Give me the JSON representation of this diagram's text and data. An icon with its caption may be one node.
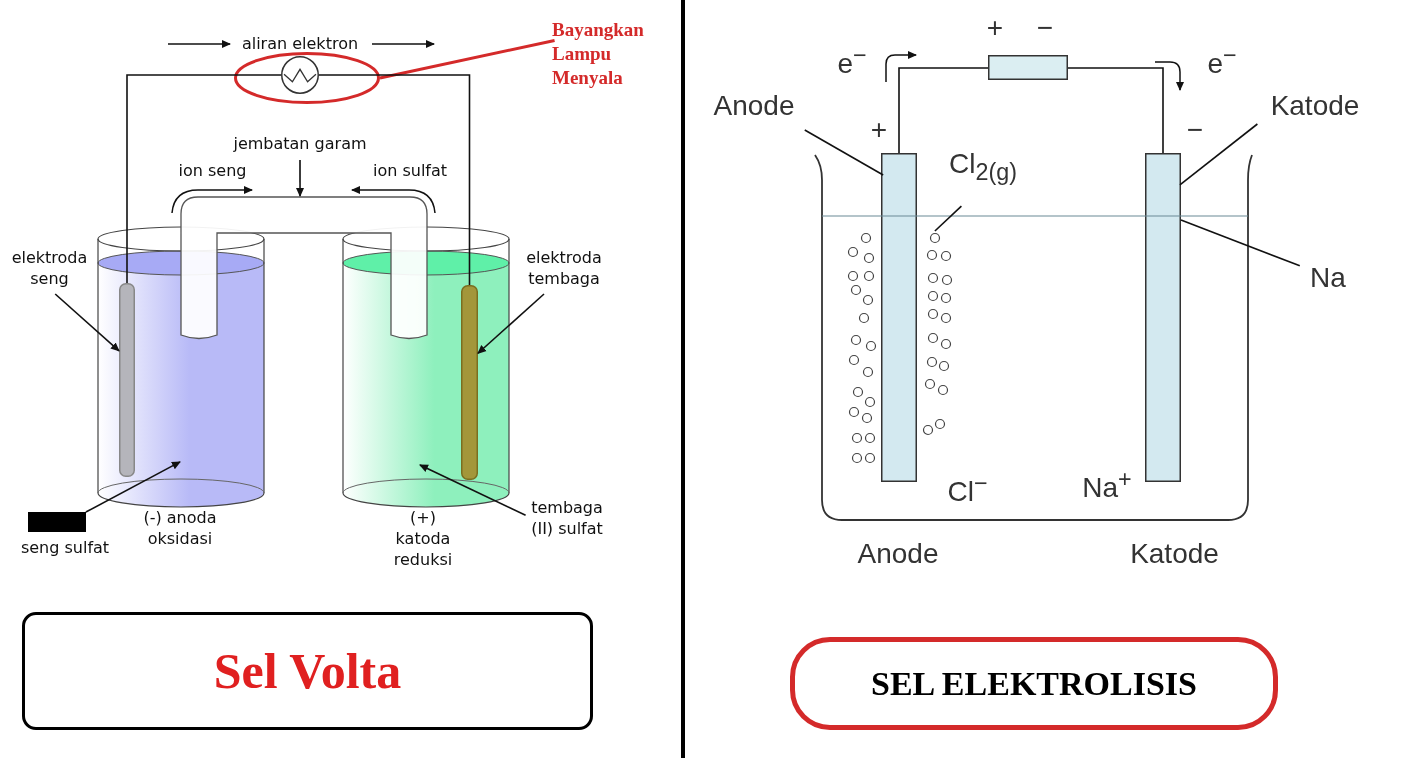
{
  "diagram": {
    "nodes": [
      {
        "text": [
          "Bayangkan Lampu Menyala"
        ]
      },
      {
        "text": [],
        "shape": "circle"
      },
      {
        "text": [],
        "shape": "circle",
        "in": 1
      },
      {
        "text": [],
        "shape": "cylinder",
        "beside": [
          "(-) anoda oksidasi"
        ]
      },
      {
        "text": [],
        "shape": "bar",
        "in": 3
      },
      {
        "text": [],
        "shape": "cylinder",
        "beside": [
          "(+) katoda reduksi"
        ]
      },
      {
        "text": [],
        "shape": "bar",
        "in": 5
      },
      {
        "text": [],
        "shape": "tube"
      },
      {
        "text": [
          "jembatan garam"
        ]
      },
      {
        "text": [
          "elektroda seng"
        ]
      },
      {
        "text": [
          "elektroda tembaga"
        ]
      },
      {
        "text": [
          "seng sulfat"
        ]
      },
      {
        "text": [
          "tembaga (II) sulfat"
        ]
      },
      {
        "text": [
          "Sel Volta"
        ]
      },
      {
        "text": [
          "Anode"
        ]
      },
      {
        "text": [
          "Katode"
        ]
      },
      {
        "text": [],
        "shape": "bar"
      },
      {
        "text": [],
        "shape": "bar"
      },
      {
        "text": [],
        "shape": "box",
        "beside": [
          "+",
          "−"
        ]
      },
      {
        "text": [
          "Cl$_{2(g)}$"
        ]
      },
      {
        "text": [
          "Na"
        ]
      },
      {
        "text": [
          "SEL ELEKTROLISIS"
        ]
      },
      {
        "text": [],
        "shape": "picture"
      }
    ],
    "edges": [
      {
        "from": 0,
        "to": 1,
        "arrow": "none",
        "color": "#d42a2a"
      },
      {
        "from": 4,
        "to": 2,
        "arrow": "none"
      },
      {
        "from": 2,
        "to": 6,
        "arrow": "none"
      },
      {
        "from": 8,
        "to": 7,
        "arrow": "to"
      },
      {
        "from": 9,
        "to": 4,
        "arrow": "to"
      },
      {
        "from": 10,
        "to": 6,
        "arrow": "to"
      },
      {
        "from": 11,
        "to": 3,
        "arrow": "to"
      },
      {
        "from": 12,
        "to": 5,
        "arrow": "to"
      },
      {
        "from": 14,
        "to": 16,
        "arrow": "none"
      },
      {
        "from": 15,
        "to": 17,
        "arrow": "none"
      },
      {
        "from": 16,
        "to": 18,
        "arrow": "none"
      },
      {
        "from": 18,
        "to": 17,
        "arrow": "none"
      },
      {
        "from": 19,
        "to": 22,
        "arrow": "none"
      },
      {
        "from": 20,
        "to": 17,
        "arrow": "none"
      }
    ],
    "labels": [
      "aliran elektron",
      "ion seng",
      "ion sulfat",
      "e$^{−}$",
      "e$^{−}$",
      "+",
      "−",
      "Cl$^{−}$",
      "Na$^{+}$",
      "Anode",
      "Katode"
    ]
  }
}
